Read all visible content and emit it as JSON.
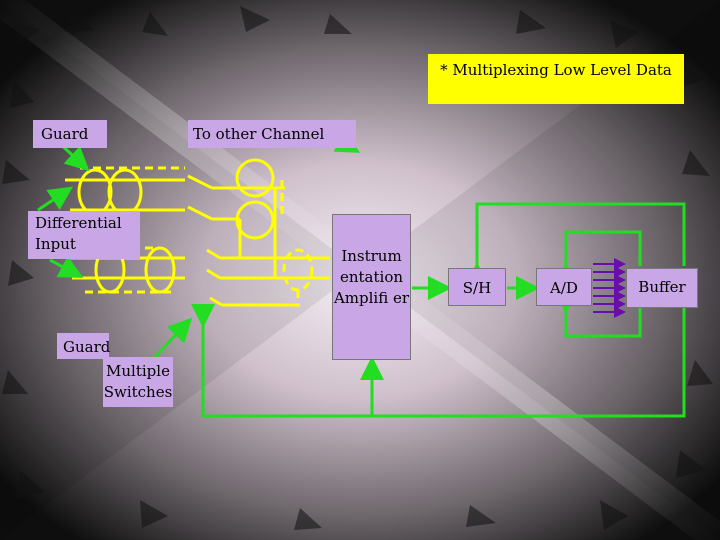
{
  "title": "* Multiplexing Low Level Data",
  "labels": {
    "guard_top": "Guard",
    "other_channel": "To other Channel",
    "differential_input": "Differential Input",
    "guard_bottom": "Guard",
    "multiple_switches": "Multiple Switches"
  },
  "blocks": {
    "amplifier": "Instrum entation Amplifi er",
    "sample_hold": "S/H",
    "ad_converter": "A/D",
    "buffer": "Buffer"
  },
  "colors": {
    "wire": "#ffff00",
    "feedback": "#22dd22",
    "arrow": "#6a0dad",
    "box": "#c9a7e6",
    "title_box": "#ffff00"
  }
}
